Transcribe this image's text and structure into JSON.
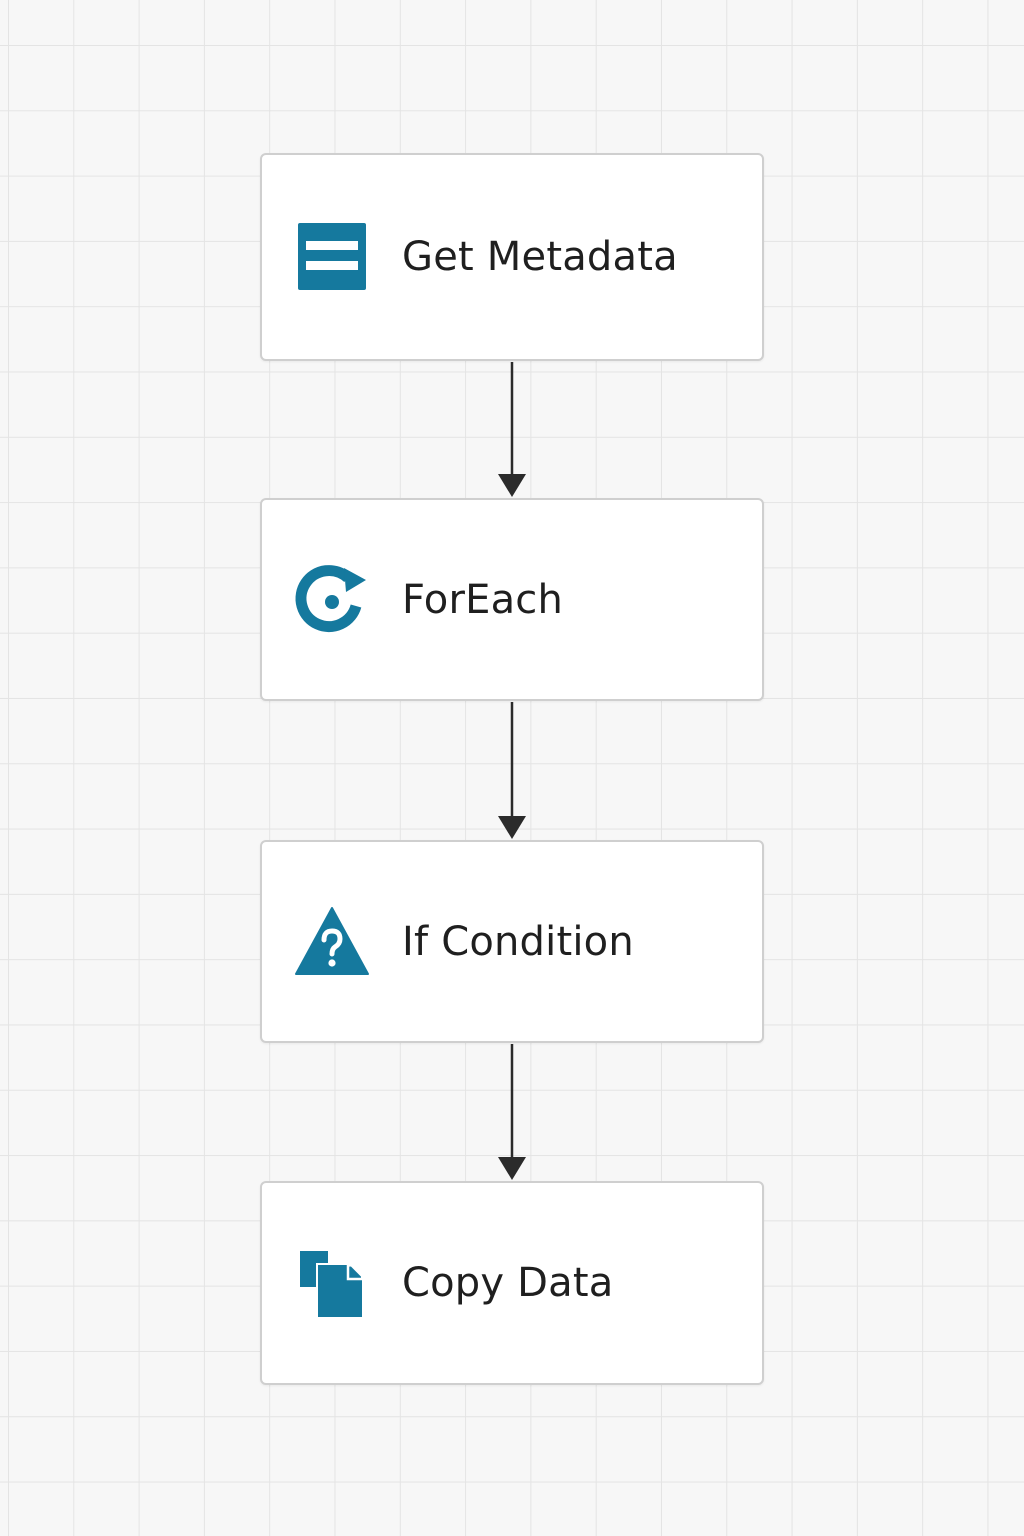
{
  "pipeline": {
    "activities": [
      {
        "label": "Get Metadata",
        "icon": "get-metadata-icon"
      },
      {
        "label": "ForEach",
        "icon": "foreach-icon"
      },
      {
        "label": "If Condition",
        "icon": "if-condition-icon"
      },
      {
        "label": "Copy Data",
        "icon": "copy-data-icon"
      }
    ],
    "connections": [
      {
        "from": "Get Metadata",
        "to": "ForEach"
      },
      {
        "from": "ForEach",
        "to": "If Condition"
      },
      {
        "from": "If Condition",
        "to": "Copy Data"
      }
    ]
  },
  "colors": {
    "icon": "#15799e",
    "arrow": "#2b2b2b",
    "node_border": "#cfcfcf",
    "grid": "#e4e4e4",
    "background": "#f7f7f7"
  }
}
